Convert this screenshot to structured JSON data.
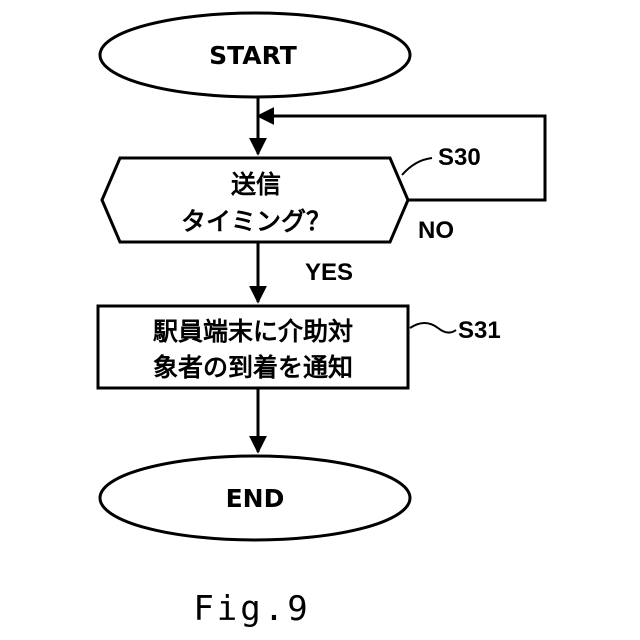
{
  "start": {
    "label": "START"
  },
  "decision": {
    "line1": "送信",
    "line2": "タイミング？",
    "step_id": "S30",
    "no_label": "NO",
    "yes_label": "YES"
  },
  "process": {
    "line1": "駅員端末に介助対",
    "line2": "象者の到着を通知",
    "step_id": "S31"
  },
  "end": {
    "label": "END"
  },
  "figure": {
    "caption": "Fig.9"
  }
}
